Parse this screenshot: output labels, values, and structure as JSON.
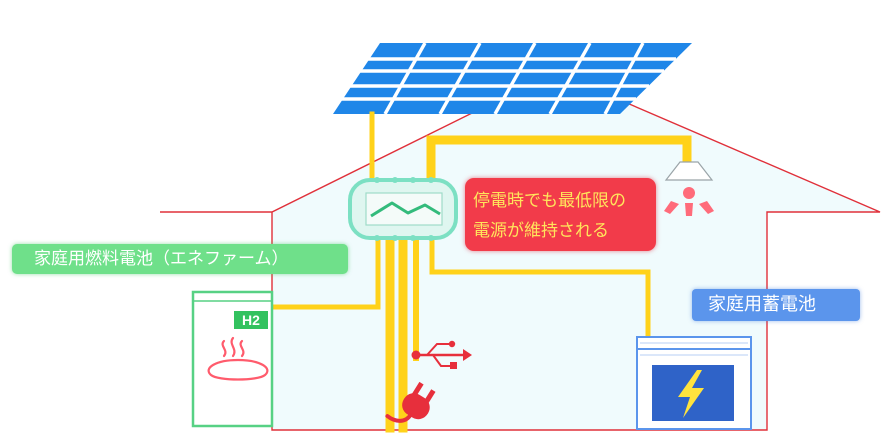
{
  "labels": {
    "fuel_cell": "家庭用燃料電池（エネファーム）",
    "storage_battery": "家庭用蓄電池",
    "outage_line1": "停電時でも最低限の",
    "outage_line2": "電源が維持される",
    "hydrogen": "H2"
  },
  "icons": [
    "solar-panel-icon",
    "power-conditioner-icon",
    "ceiling-light-icon",
    "fuel-cell-unit-icon",
    "hot-water-icon",
    "usb-icon",
    "power-plug-icon",
    "storage-battery-icon",
    "lightning-icon"
  ],
  "colors": {
    "house_outline": "#e0303a",
    "house_fill": "#f0fbfd",
    "wire": "#ffd21a",
    "solar_panel": "#1f86e8",
    "fuel_label_bg": "#6fe08a",
    "battery_label_bg": "#5b95ec",
    "alert_bg": "#f23b4a",
    "alert_text": "#ffe55c"
  }
}
